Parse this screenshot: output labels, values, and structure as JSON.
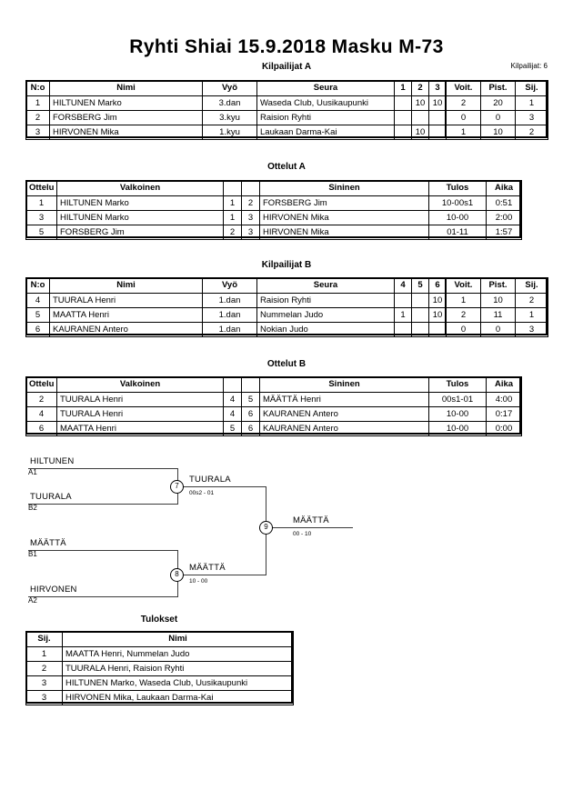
{
  "document": {
    "title": "Ryhti Shiai  15.9.2018  Masku   M-73",
    "competitor_count_label": "Kilpailijat: 6"
  },
  "pool_a": {
    "caption": "Kilpailijat A",
    "headers": [
      "N:o",
      "Nimi",
      "Vyö",
      "Seura",
      "1",
      "2",
      "3",
      "Voit.",
      "Pist.",
      "Sij."
    ],
    "rows": [
      {
        "no": "1",
        "name": "HILTUNEN Marko",
        "belt": "3.dan",
        "club": "Waseda Club, Uusikaupunki",
        "m1": "",
        "m2": "10",
        "m3": "10",
        "wins": "2",
        "points": "20",
        "rank": "1"
      },
      {
        "no": "2",
        "name": "FORSBERG Jim",
        "belt": "3.kyu",
        "club": "Raision Ryhti",
        "m1": "",
        "m2": "",
        "m3": "",
        "wins": "0",
        "points": "0",
        "rank": "3"
      },
      {
        "no": "3",
        "name": "HIRVONEN Mika",
        "belt": "1.kyu",
        "club": "Laukaan Darma-Kai",
        "m1": "",
        "m2": "10",
        "m3": "",
        "wins": "1",
        "points": "10",
        "rank": "2"
      }
    ]
  },
  "matches_a": {
    "caption": "Ottelut A",
    "headers": [
      "Ottelu",
      "Valkoinen",
      "",
      "",
      "Sininen",
      "Tulos",
      "Aika"
    ],
    "rows": [
      {
        "match": "1",
        "white": "HILTUNEN Marko",
        "wn": "1",
        "bn": "2",
        "blue": "FORSBERG Jim",
        "result": "10-00s1",
        "time": "0:51"
      },
      {
        "match": "3",
        "white": "HILTUNEN Marko",
        "wn": "1",
        "bn": "3",
        "blue": "HIRVONEN Mika",
        "result": "10-00",
        "time": "2:00"
      },
      {
        "match": "5",
        "white": "FORSBERG Jim",
        "wn": "2",
        "bn": "3",
        "blue": "HIRVONEN Mika",
        "result": "01-11",
        "time": "1:57"
      }
    ]
  },
  "pool_b": {
    "caption": "Kilpailijat B",
    "headers": [
      "N:o",
      "Nimi",
      "Vyö",
      "Seura",
      "4",
      "5",
      "6",
      "Voit.",
      "Pist.",
      "Sij."
    ],
    "rows": [
      {
        "no": "4",
        "name": "TUURALA Henri",
        "belt": "1.dan",
        "club": "Raision Ryhti",
        "m1": "",
        "m2": "",
        "m3": "10",
        "wins": "1",
        "points": "10",
        "rank": "2"
      },
      {
        "no": "5",
        "name": "MAATTA Henri",
        "belt": "1.dan",
        "club": "Nummelan Judo",
        "m1": "1",
        "m2": "",
        "m3": "10",
        "wins": "2",
        "points": "11",
        "rank": "1"
      },
      {
        "no": "6",
        "name": "KAURANEN Antero",
        "belt": "1.dan",
        "club": "Nokian Judo",
        "m1": "",
        "m2": "",
        "m3": "",
        "wins": "0",
        "points": "0",
        "rank": "3"
      }
    ]
  },
  "matches_b": {
    "caption": "Ottelut B",
    "headers": [
      "Ottelu",
      "Valkoinen",
      "",
      "",
      "Sininen",
      "Tulos",
      "Aika"
    ],
    "rows": [
      {
        "match": "2",
        "white": "TUURALA Henri",
        "wn": "4",
        "bn": "5",
        "blue": "MÄÄTTÄ Henri",
        "result": "00s1-01",
        "time": "4:00"
      },
      {
        "match": "4",
        "white": "TUURALA Henri",
        "wn": "4",
        "bn": "6",
        "blue": "KAURANEN Antero",
        "result": "10-00",
        "time": "0:17"
      },
      {
        "match": "6",
        "white": "MAATTA Henri",
        "wn": "5",
        "bn": "6",
        "blue": "KAURANEN Antero",
        "result": "10-00",
        "time": "0:00"
      }
    ]
  },
  "bracket": {
    "entries": [
      {
        "name": "HILTUNEN",
        "seed": "A1"
      },
      {
        "name": "TUURALA",
        "seed": "B2"
      },
      {
        "name": "MÄÄTTÄ",
        "seed": "B1"
      },
      {
        "name": "HIRVONEN",
        "seed": "A2"
      }
    ],
    "nodes": [
      {
        "number": "7",
        "winner": "TUURALA",
        "score": "00s2 - 01"
      },
      {
        "number": "8",
        "winner": "MÄÄTTÄ",
        "score": "10 - 00"
      },
      {
        "number": "9",
        "winner": "MÄÄTTÄ",
        "score": "00 - 10"
      }
    ]
  },
  "results": {
    "caption": "Tulokset",
    "headers": [
      "Sij.",
      "Nimi"
    ],
    "rows": [
      {
        "rank": "1",
        "name": "MAATTA Henri, Nummelan Judo"
      },
      {
        "rank": "2",
        "name": "TUURALA Henri, Raision Ryhti"
      },
      {
        "rank": "3",
        "name": "HILTUNEN Marko, Waseda Club, Uusikaupunki"
      },
      {
        "rank": "3",
        "name": "HIRVONEN Mika, Laukaan Darma-Kai"
      }
    ]
  }
}
